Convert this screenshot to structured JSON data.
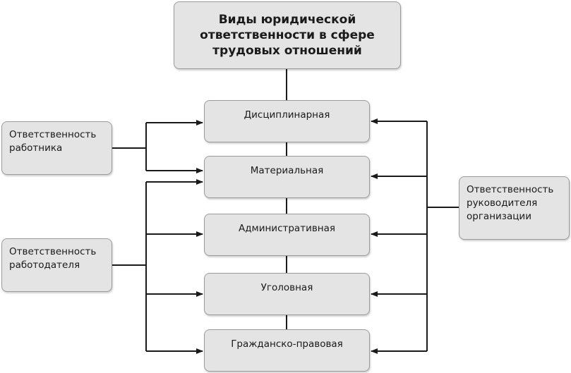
{
  "title": "Виды юридической\nответственности в сфере\nтрудовых отношений",
  "types": [
    "Дисциплинарная",
    "Материальная",
    "Административная",
    "Уголовная",
    "Гражданско-правовая"
  ],
  "subjects": {
    "employee": "Ответственность\nработника",
    "employer": "Ответственность\nработодателя",
    "manager": "Ответственность\nруководителя\nорганизации"
  }
}
